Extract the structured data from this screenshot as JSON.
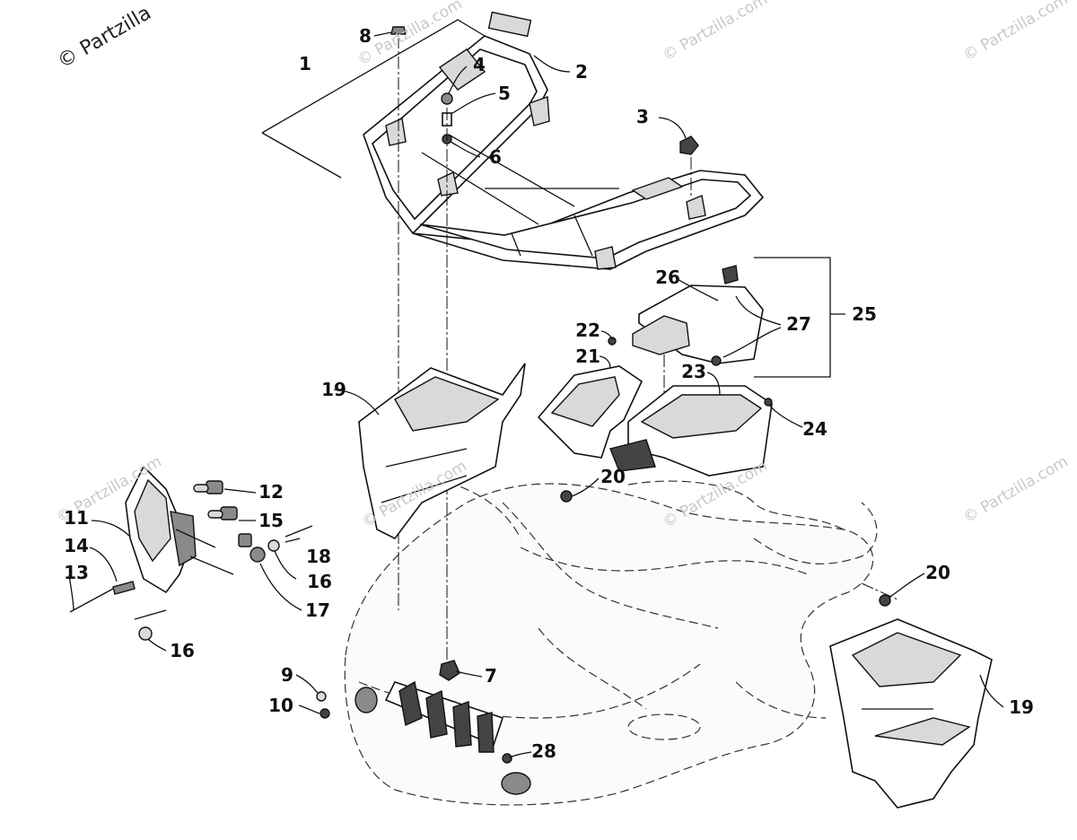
{
  "watermarks": [
    "© Partzilla",
    "© Partzilla.com",
    "© Partzilla.com",
    "© Partzilla.com",
    "© Partzilla.com",
    "© Partzilla.com",
    "© Partzilla.com",
    "© Partzilla.com"
  ],
  "callouts": {
    "c1": "1",
    "c2": "2",
    "c3": "3",
    "c4": "4",
    "c5": "5",
    "c6": "6",
    "c7": "7",
    "c8": "8",
    "c9": "9",
    "c10": "10",
    "c11": "11",
    "c12": "12",
    "c13": "13",
    "c14": "14",
    "c15": "15",
    "c16a": "16",
    "c16b": "16",
    "c17": "17",
    "c18": "18",
    "c19a": "19",
    "c19b": "19",
    "c20a": "20",
    "c20b": "20",
    "c21": "21",
    "c22": "22",
    "c23": "23",
    "c24": "24",
    "c25": "25",
    "c26": "26",
    "c27": "27",
    "c28": "28"
  }
}
